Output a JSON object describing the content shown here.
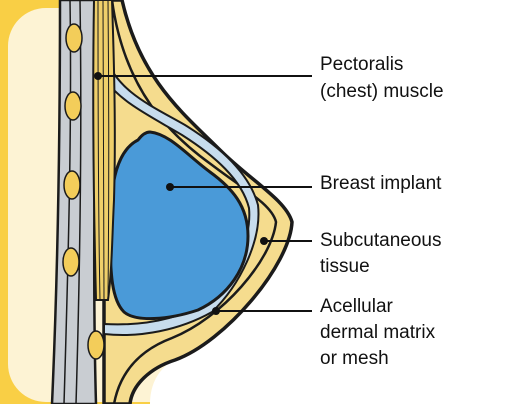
{
  "labels": {
    "pectoralis_line1": "Pectoralis",
    "pectoralis_line2": "(chest) muscle",
    "implant": "Breast implant",
    "subcutaneous_line1": "Subcutaneous",
    "subcutaneous_line2": "tissue",
    "adm_line1": "Acellular",
    "adm_line2": "dermal matrix",
    "adm_line3": "or mesh"
  },
  "colors": {
    "frame": "#f9cf45",
    "panel_background": "#fdf3d4",
    "subcutaneous_fill": "#f5dc8e",
    "muscle_fill": "#efcf6a",
    "implant_fill": "#4a9ad8",
    "matrix_fill": "#c7dced",
    "rib_column_fill": "#c9cdd2",
    "rib_nodule_fill": "#f3cd5a",
    "outline": "#1b1b1b",
    "label_text": "#111111"
  }
}
